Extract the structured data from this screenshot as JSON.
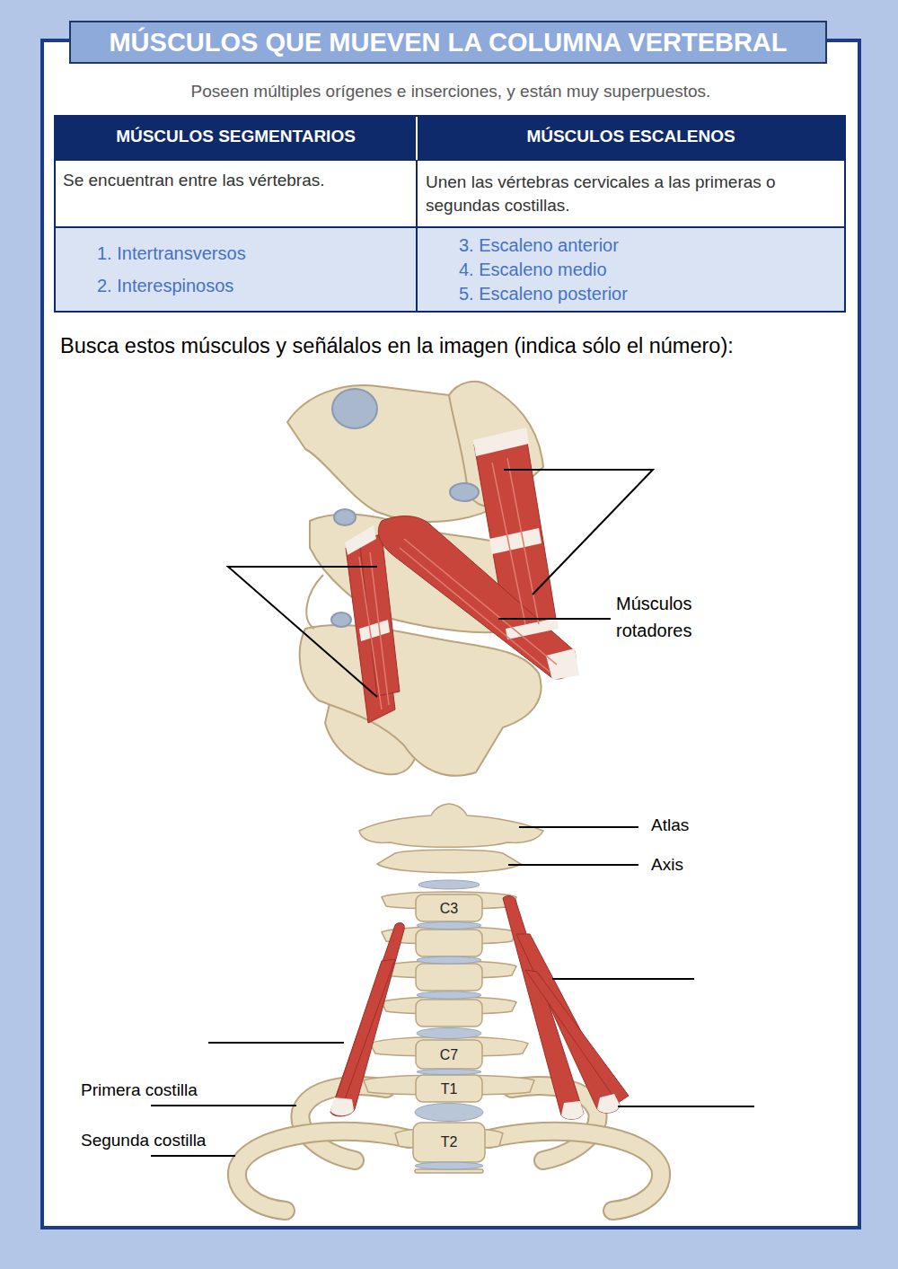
{
  "diagram": {
    "title": "MÚSCULOS QUE MUEVEN LA COLUMNA VERTEBRAL",
    "labels": [
      "Poseen múltiples orígenes e inserciones, y están muy superpuestos.",
      "MÚSCULOS SEGMENTARIOS",
      "MÚSCULOS ESCALENOS",
      "Se encuentran entre las vértebras.",
      "Unen las vértebras cervicales a las primeras o segundas costillas.",
      "1. Intertransversos",
      "2. Interespinosos",
      "3. Escaleno anterior",
      "4. Escaleno medio",
      "5. Escaleno posterior",
      "Busca estos músculos y señálalos en la imagen (indica sólo el número):",
      "Músculos rotadores",
      "Atlas",
      "Axis",
      "C3",
      "C7",
      "T1",
      "Primera costilla",
      "T2",
      "Segunda costilla"
    ]
  }
}
